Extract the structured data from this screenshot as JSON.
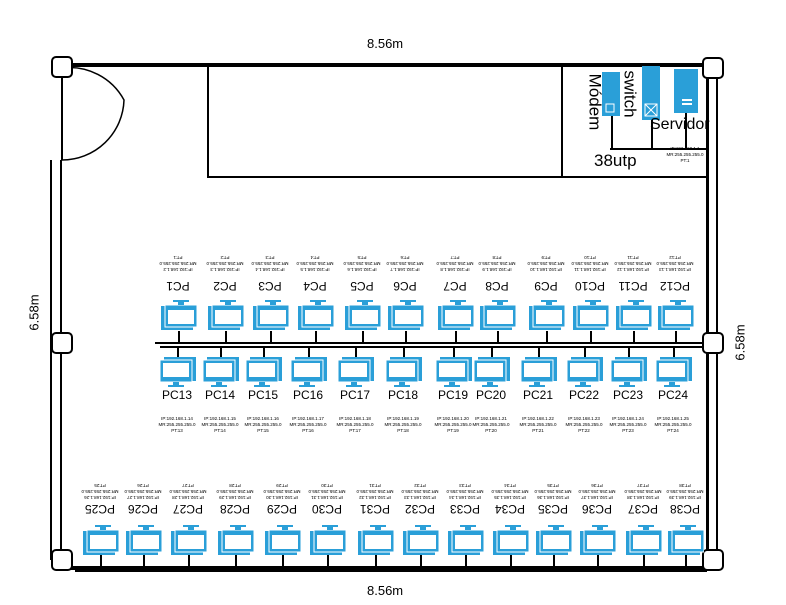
{
  "dimensions": {
    "top": "8.56m",
    "bottom": "8.56m",
    "left": "6.58m",
    "right": "6.58m"
  },
  "equipment": {
    "modem": "Módem",
    "switch": "switch",
    "server": "Servidor",
    "cable": "38utp",
    "server_info": [
      "IP:192.168.1.1",
      "MR:255.255.255.0",
      "PT:1"
    ]
  },
  "colors": {
    "device": "#2a9fd8",
    "wall": "#000000"
  },
  "rows": {
    "top": {
      "pcs": [
        "PC1",
        "PC2",
        "PC3",
        "PC4",
        "PC5",
        "PC6",
        "PC7",
        "PC8",
        "PC9",
        "PC10",
        "PC11",
        "PC12"
      ]
    },
    "middle": {
      "pcs": [
        "PC13",
        "PC14",
        "PC15",
        "PC16",
        "PC17",
        "PC18",
        "PC19",
        "PC20",
        "PC21",
        "PC22",
        "PC23",
        "PC24"
      ]
    },
    "bottom": {
      "pcs": [
        "PC25",
        "PC26",
        "PC27",
        "PC28",
        "PC29",
        "PC30",
        "PC31",
        "PC32",
        "PC33",
        "PC34",
        "PC35",
        "PC36",
        "PC37",
        "PC38"
      ]
    }
  },
  "info_template": {
    "ip_prefix": "IP:192.168.1.",
    "mask": "MR:255.255.255.0",
    "port_prefix": "PT:"
  }
}
